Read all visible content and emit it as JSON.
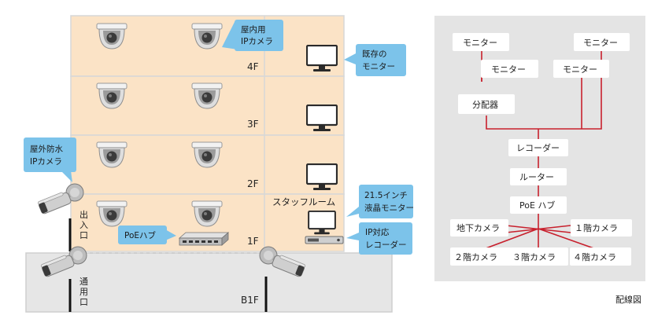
{
  "floors": {
    "f4": "4F",
    "f3": "3F",
    "f2": "2F",
    "f1": "1F",
    "b1": "B1F"
  },
  "building": {
    "staff_room": "スタッフルーム",
    "entrance": [
      "出",
      "入",
      "口"
    ],
    "service_entrance": [
      "通",
      "用",
      "口"
    ]
  },
  "callouts": {
    "indoor_ip_camera": [
      "屋内用",
      "IPカメラ"
    ],
    "existing_monitor": [
      "既存の",
      "モニター"
    ],
    "outdoor_ip_camera": [
      "屋外防水",
      "IPカメラ"
    ],
    "lcd_monitor": [
      "21.5インチ",
      "液晶モニター"
    ],
    "poe_hub": "PoEハブ",
    "ip_recorder": [
      "IP対応",
      "レコーダー"
    ]
  },
  "wiring": {
    "caption": "配線図",
    "monitor_top_left": "モニター",
    "monitor_top_right": "モニター",
    "monitor_mid_left": "モニター",
    "monitor_mid_right": "モニター",
    "splitter": "分配器",
    "recorder": "レコーダー",
    "router": "ルーター",
    "poe_hub": "PoE ハブ",
    "cam_basement": "地下カメラ",
    "cam_1f": "１階カメラ",
    "cam_2f": "２階カメラ",
    "cam_3f": "３階カメラ",
    "cam_4f": "４階カメラ"
  },
  "colors": {
    "floor_fill": "#fbe3c6",
    "basement_fill": "#e6e6e6",
    "panel_fill": "#e4e4e4",
    "callout_fill": "#7cc3ea",
    "wire": "#c8202d"
  }
}
